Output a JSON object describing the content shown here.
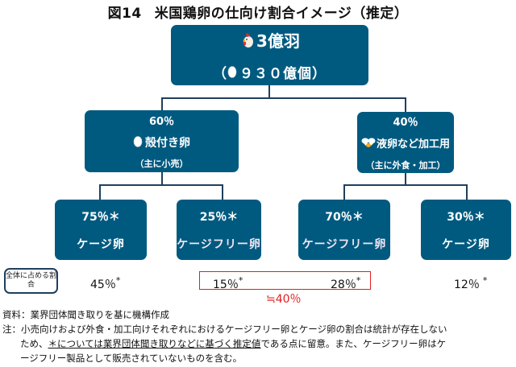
{
  "title": {
    "number": "図14",
    "text": "米国鶏卵の仕向け割合イメージ（推定）"
  },
  "top": {
    "line1_icon": "chicken-icon",
    "line1": "3億羽",
    "line2_open": "（",
    "line2_icon": "egg-icon",
    "line2": "９３０億個）"
  },
  "middle": [
    {
      "pct": "60％",
      "icon": "egg-icon",
      "name": "殻付き卵",
      "sub": "（主に小売）"
    },
    {
      "pct": "40％",
      "icon": "liquid-egg-icon",
      "name": "液卵など加工用",
      "sub": "（主に外食・加工）"
    }
  ],
  "bottom": [
    {
      "pct": "75％＊",
      "name": "ケージ卵"
    },
    {
      "pct": "25％＊",
      "name": "ケージフリー卵"
    },
    {
      "pct": "70％＊",
      "name": "ケージフリー卵"
    },
    {
      "pct": "30％＊",
      "name": "ケージ卵"
    }
  ],
  "share_label": "全体に占める割合",
  "shares": [
    {
      "value": "45％",
      "mark": "*"
    },
    {
      "value": "15％",
      "mark": "*"
    },
    {
      "value": "28％",
      "mark": "*"
    },
    {
      "value": "12％",
      "mark": "*"
    }
  ],
  "approx_total": "≒40％",
  "notes": {
    "source": "資料：業界団体聞き取りを基に機構作成",
    "note_line1": "注：小売向けおよび外食・加工向けそれぞれにおけるケージフリー卵とケージ卵の割合は統計が存在しない",
    "note_line2_pre": "ため、",
    "note_line2_underlined": "＊については業界団体聞き取りなどに基づく推定値",
    "note_line2_post": "である点に留意。また、ケージフリー卵はケ",
    "note_line3": "ージフリー製品として販売されていないものを含む。"
  },
  "colors": {
    "box": "#005a80",
    "connector": "#1f3f5e",
    "highlight": "#e02020"
  }
}
